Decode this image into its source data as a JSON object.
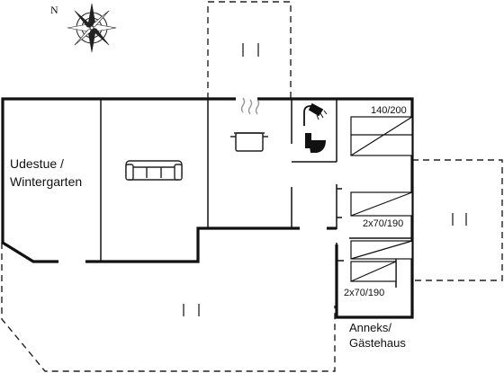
{
  "compass": {
    "north_label": "N"
  },
  "rooms": {
    "conservatory": {
      "line1": "Udestue /",
      "line2": "Wintergarten"
    },
    "annex": {
      "line1": "Anneks/",
      "line2": "Gästehaus"
    }
  },
  "beds": {
    "double": "140/200",
    "twin_upper": "2x70/190",
    "twin_lower": "2x70/190"
  },
  "icons": [
    "compass-rose-icon",
    "sofa-icon",
    "cooking-pot-icon",
    "shower-icon",
    "toilet-icon",
    "bed-icon"
  ]
}
